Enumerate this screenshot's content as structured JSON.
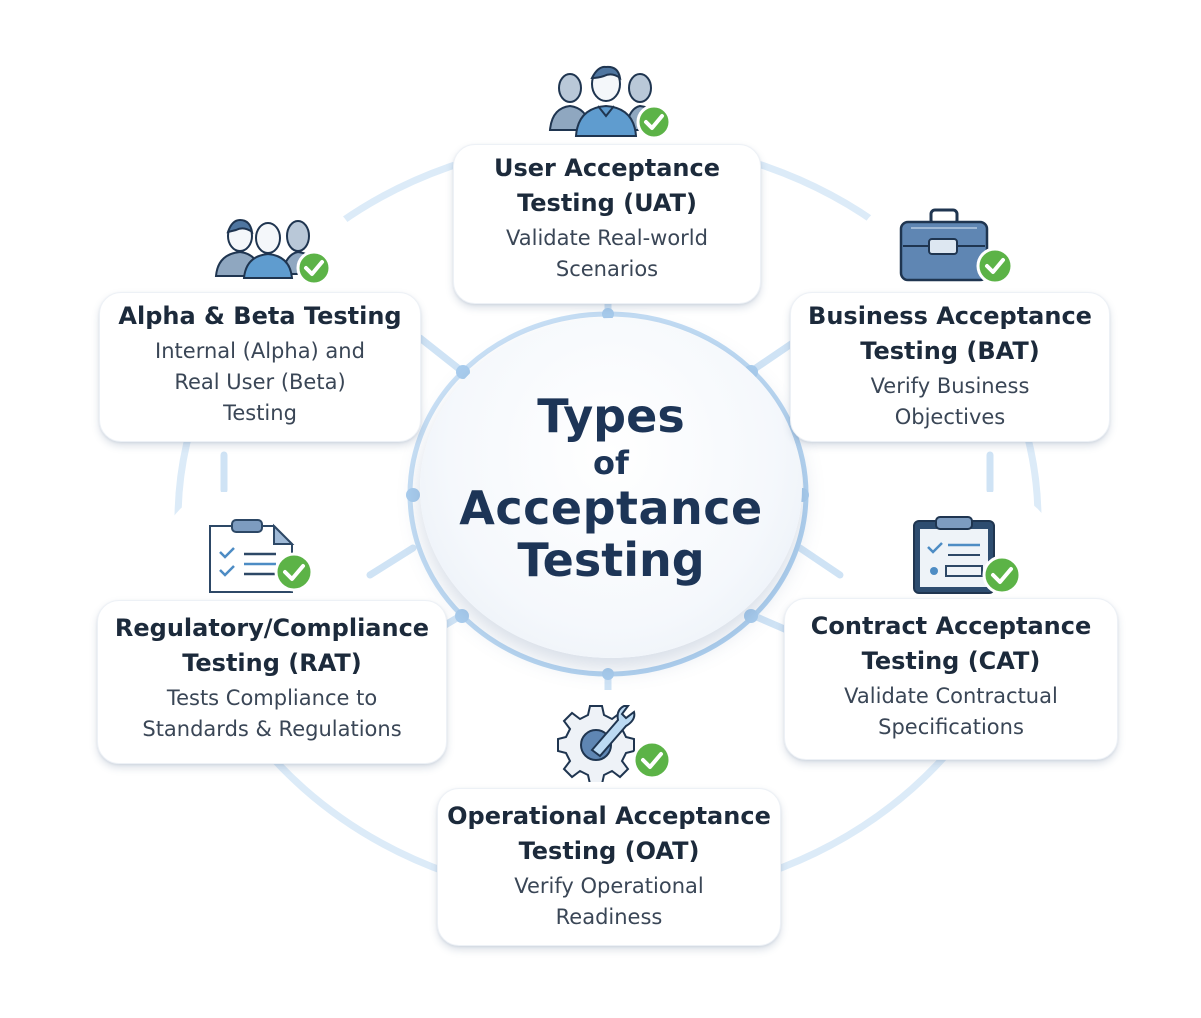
{
  "center": {
    "line1": "Types",
    "line2": "of",
    "line3": "Acceptance",
    "line4": "Testing"
  },
  "colors": {
    "title_text": "#1d3557",
    "accent_blue": "#5b8fc4",
    "ring_blue": "#bcdaf3",
    "check_green": "#5cb347"
  },
  "nodes": [
    {
      "id": "uat",
      "icon": "users-check-icon",
      "title_l1": "User Acceptance",
      "title_l2": "Testing (UAT)",
      "desc_l1": "Validate Real-world",
      "desc_l2": "Scenarios"
    },
    {
      "id": "bat",
      "icon": "briefcase-check-icon",
      "title_l1": "Business Acceptance",
      "title_l2": "Testing (BAT)",
      "desc_l1": "Verify Business",
      "desc_l2": "Objectives"
    },
    {
      "id": "cat",
      "icon": "clipboard-check-icon",
      "title_l1": "Contract Acceptance",
      "title_l2": "Testing (CAT)",
      "desc_l1": "Validate Contractual",
      "desc_l2": "Specifications"
    },
    {
      "id": "oat",
      "icon": "gear-wrench-check-icon",
      "title_l1": "Operational Acceptance",
      "title_l2": "Testing (OAT)",
      "desc_l1": "Verify Operational",
      "desc_l2": "Readiness"
    },
    {
      "id": "rat",
      "icon": "checklist-document-check-icon",
      "title_l1": "Regulatory/Compliance",
      "title_l2": "Testing (RAT)",
      "desc_l1": "Tests Compliance to",
      "desc_l2": "Standards & Regulations"
    },
    {
      "id": "abt",
      "icon": "team-check-icon",
      "title_l1": "Alpha & Beta Testing",
      "desc_l1": "Internal (Alpha) and",
      "desc_l2": "Real User (Beta)",
      "desc_l3": "Testing"
    }
  ]
}
